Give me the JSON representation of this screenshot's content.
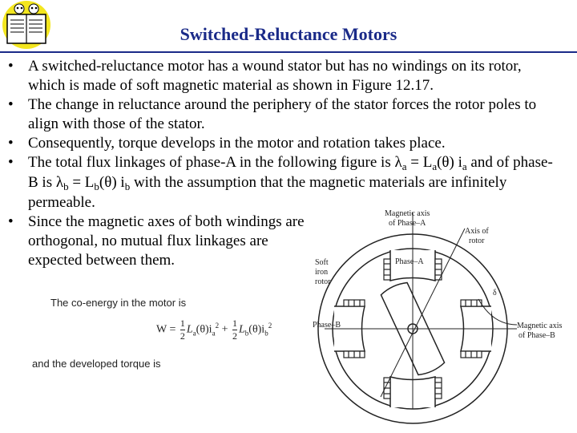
{
  "title": "Switched-Reluctance Motors",
  "bullets": [
    "A switched-reluctance motor has a wound stator but has no windings on its rotor, which is made of soft magnetic material as shown in Figure 12.17.",
    "The change in reluctance around the periphery of the stator forces the rotor poles to align with those of the stator.",
    "Consequently, torque develops in the motor and rotation takes place."
  ],
  "bullet4": {
    "pre": "The total flux linkages of phase-A in the following figure is ",
    "lambda_a": "λ",
    "sub_a1": "a",
    "eq_a": " = L",
    "sub_a2": "a",
    "theta_a": "(θ) i",
    "sub_a3": "a",
    "mid": " and of phase- B is ",
    "lambda_b": "λ",
    "sub_b1": "b",
    "eq_b": " = L",
    "sub_b2": "b",
    "theta_b": "(θ) i",
    "sub_b3": "b",
    "post": " with the assumption that the magnetic materials are infinitely permeable."
  },
  "bullet5": "Since the magnetic axes of both windings are orthogonal, no mutual flux linkages are expected between them.",
  "coenergy_text": "The co-energy in the motor is",
  "torque_text": "and the developed torque is",
  "formula": {
    "lhs": "W =",
    "num1": "1",
    "den1": "2",
    "term1": "L",
    "term1_sub": "a",
    "term1_rest": "(θ)i",
    "term1_i_sub": "a",
    "plus": "+",
    "num2": "1",
    "den2": "2",
    "term2": "L",
    "term2_sub": "b",
    "term2_rest": "(θ)i",
    "term2_i_sub": "b",
    "sq": "2"
  },
  "figure_labels": {
    "mag_axis_a_1": "Magnetic axis",
    "mag_axis_a_2": "of Phase–A",
    "axis_rotor_1": "Axis of",
    "axis_rotor_2": "rotor",
    "soft_1": "Soft",
    "soft_2": "iron",
    "soft_3": "rotor",
    "phase_a": "Phase–A",
    "phase_b": "Phase–B",
    "delta": "δ",
    "mag_axis_b_1": "Magnetic axis",
    "mag_axis_b_2": "of Phase–B"
  }
}
